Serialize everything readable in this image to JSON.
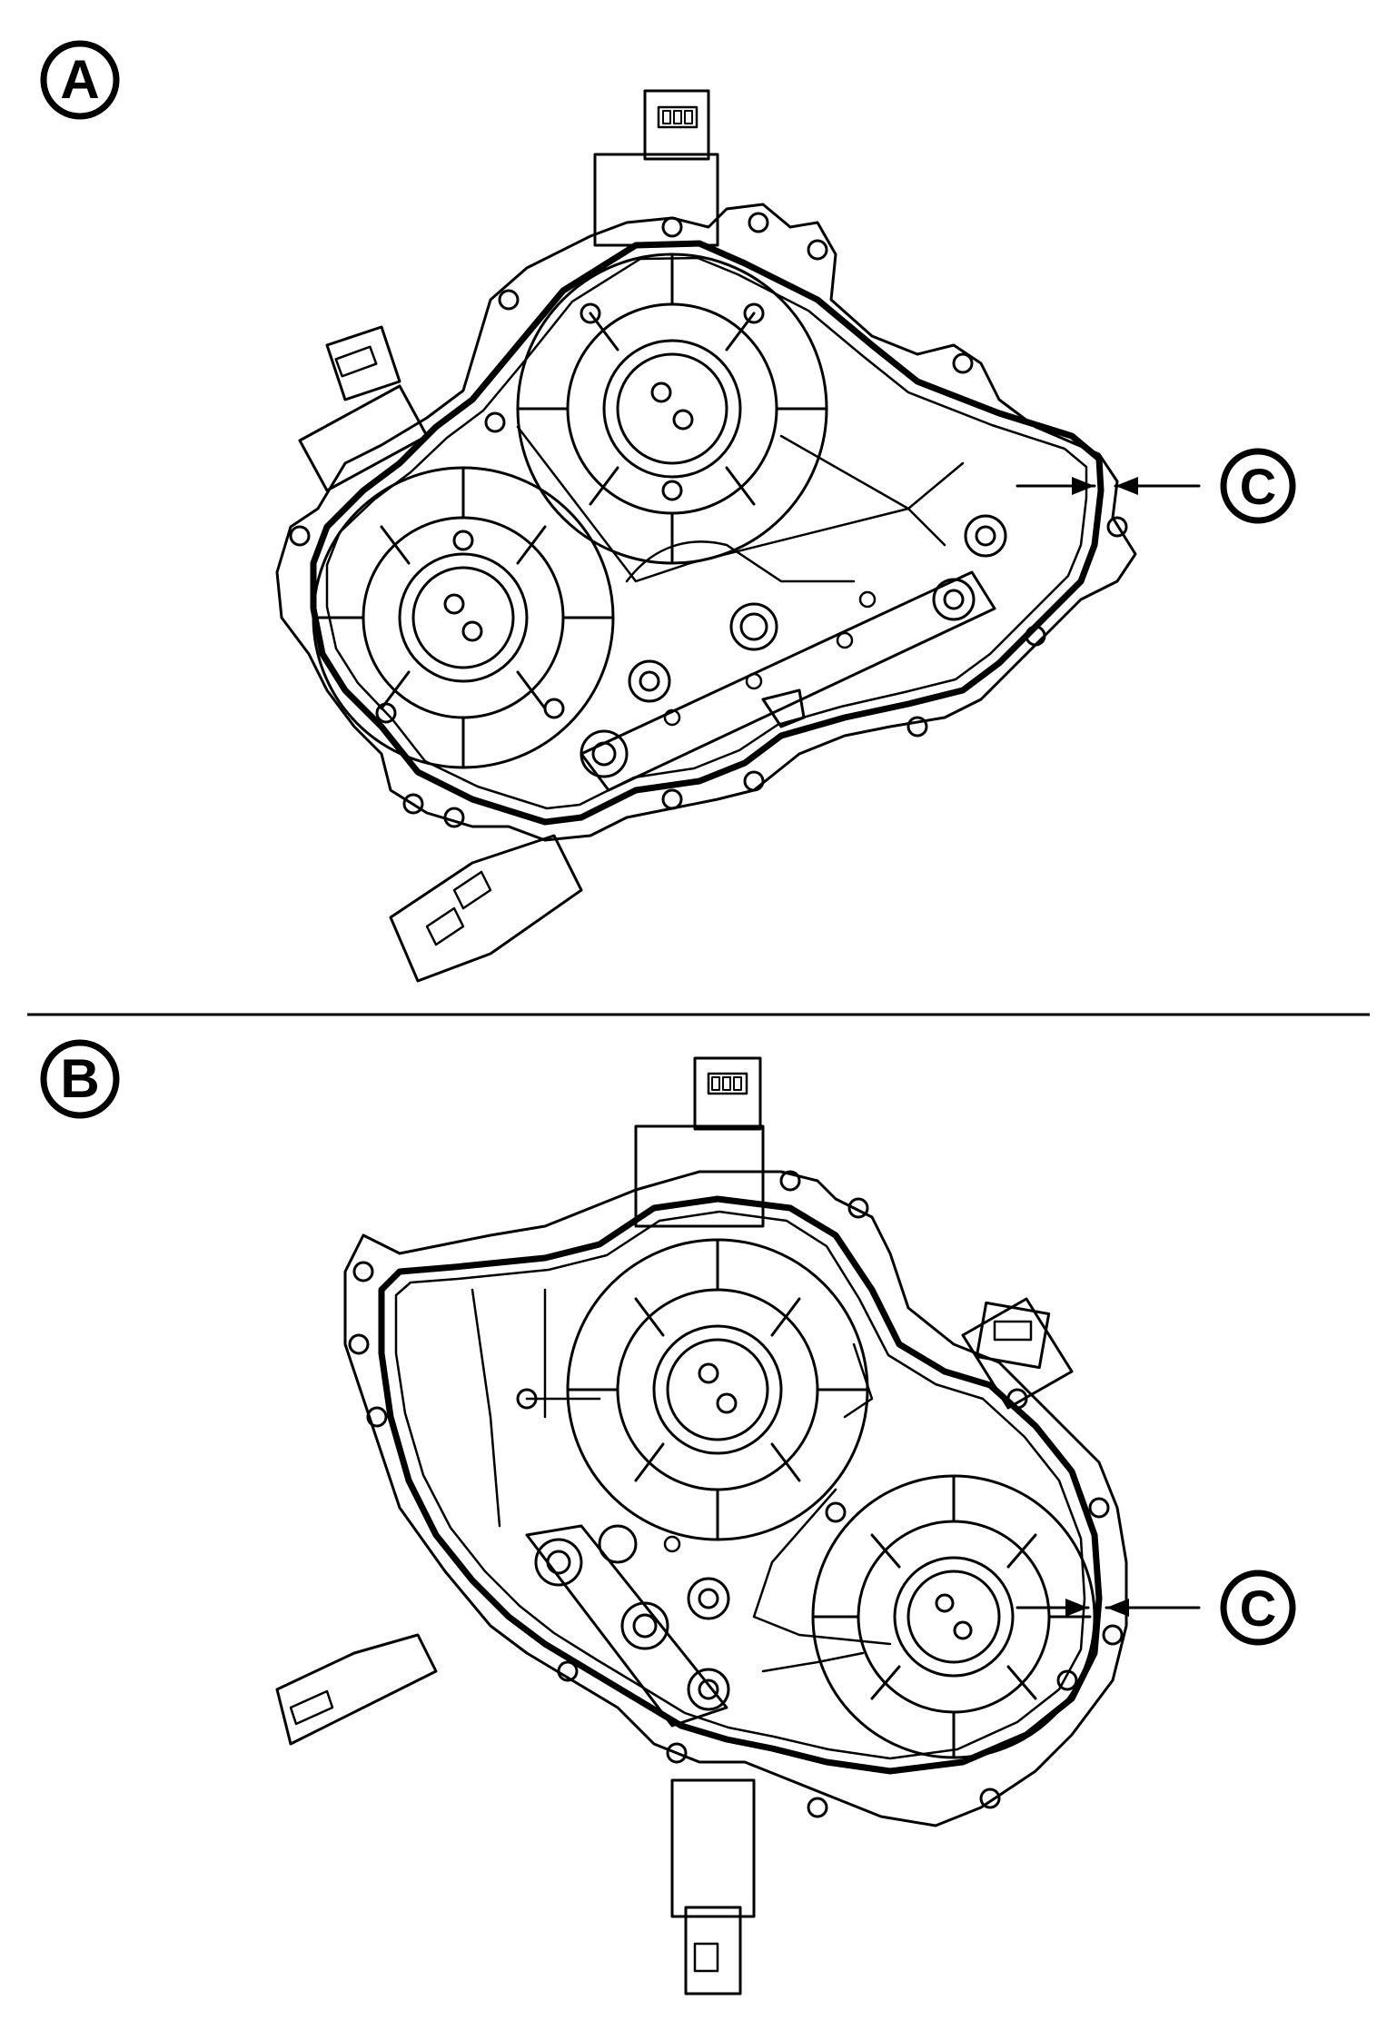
{
  "labels": {
    "panel_a": "A",
    "panel_b": "B",
    "callout_c_top": "C",
    "callout_c_bottom": "C"
  },
  "colors": {
    "ink": "#000000",
    "background": "#ffffff"
  }
}
